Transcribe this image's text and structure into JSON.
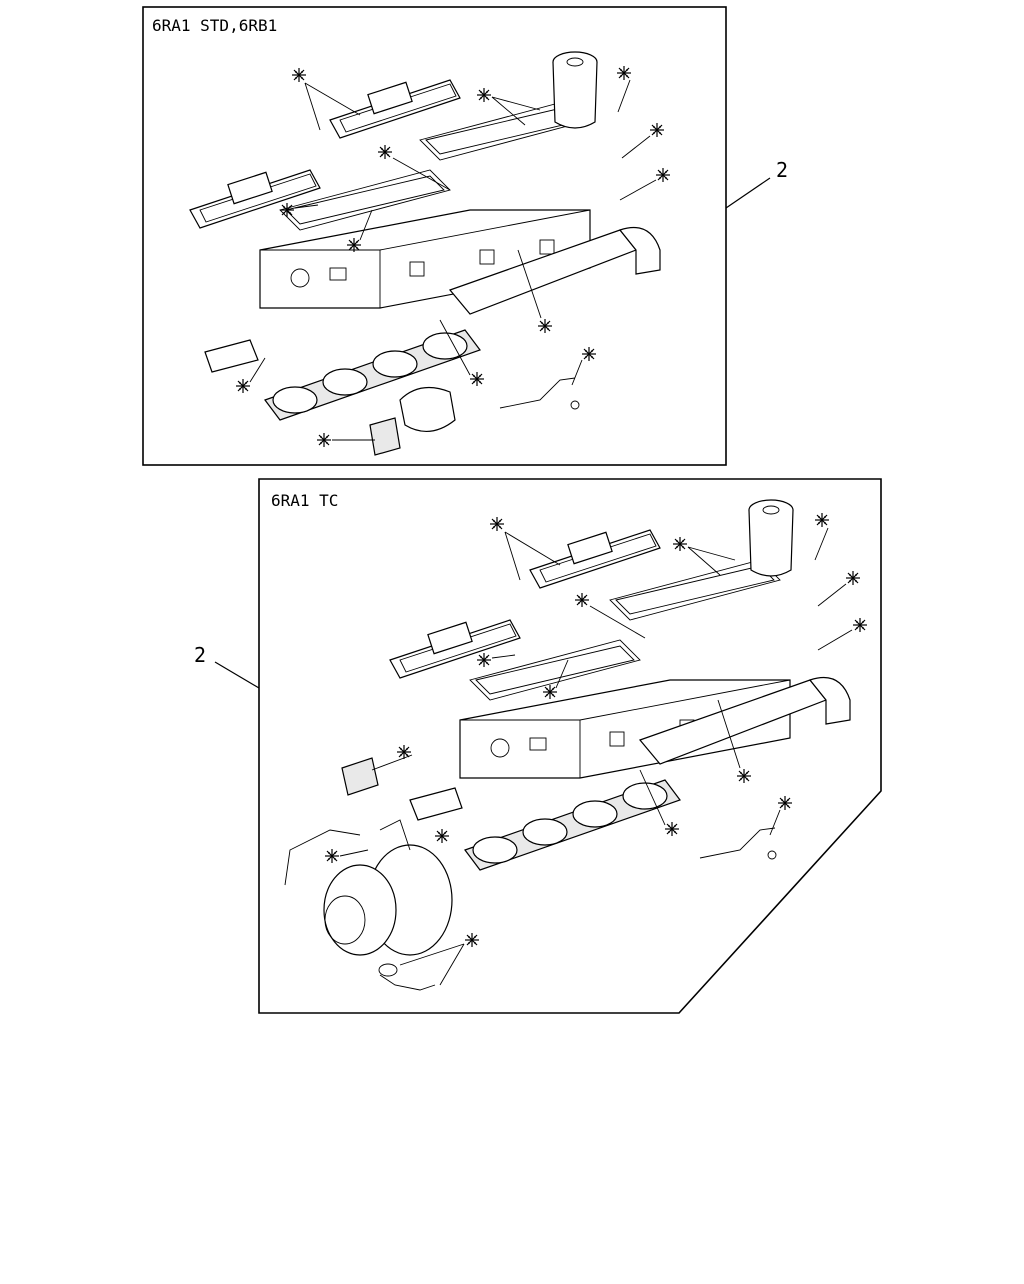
{
  "panels": [
    {
      "title": "6RA1  STD,6RB1",
      "callout": "2"
    },
    {
      "title": "6RA1  TC",
      "callout": "2"
    }
  ],
  "marker_symbol": "※"
}
